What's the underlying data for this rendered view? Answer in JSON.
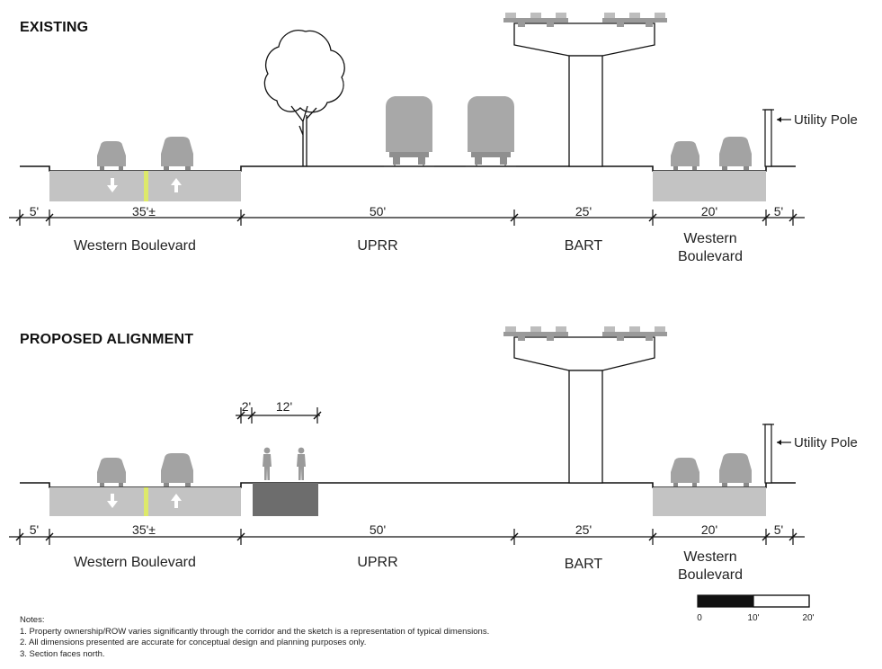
{
  "sections": {
    "existing": {
      "title": "EXISTING",
      "dims": [
        "5'",
        "35'±",
        "50'",
        "25'",
        "20'",
        "5'"
      ],
      "labels": {
        "western_left": "Western Boulevard",
        "uprr": "UPRR",
        "bart": "BART",
        "western_right_line1": "Western",
        "western_right_line2": "Boulevard"
      },
      "callout": "Utility Pole"
    },
    "proposed": {
      "title": "PROPOSED ALIGNMENT",
      "dims": [
        "5'",
        "35'±",
        "50'",
        "25'",
        "20'",
        "5'"
      ],
      "path_dims": [
        "2'",
        "12'"
      ],
      "labels": {
        "western_left": "Western Boulevard",
        "uprr": "UPRR",
        "bart": "BART",
        "western_right_line1": "Western",
        "western_right_line2": "Boulevard"
      },
      "callout": "Utility Pole"
    }
  },
  "scale_bar": {
    "ticks": [
      "0",
      "10'",
      "20'"
    ]
  },
  "notes": {
    "heading": "Notes:",
    "items": [
      "1. Property ownership/ROW varies significantly through the corridor and the sketch is a representation of typical dimensions.",
      "2. All dimensions presented are accurate for conceptual design and planning purposes only.",
      "3. Section faces north."
    ]
  }
}
